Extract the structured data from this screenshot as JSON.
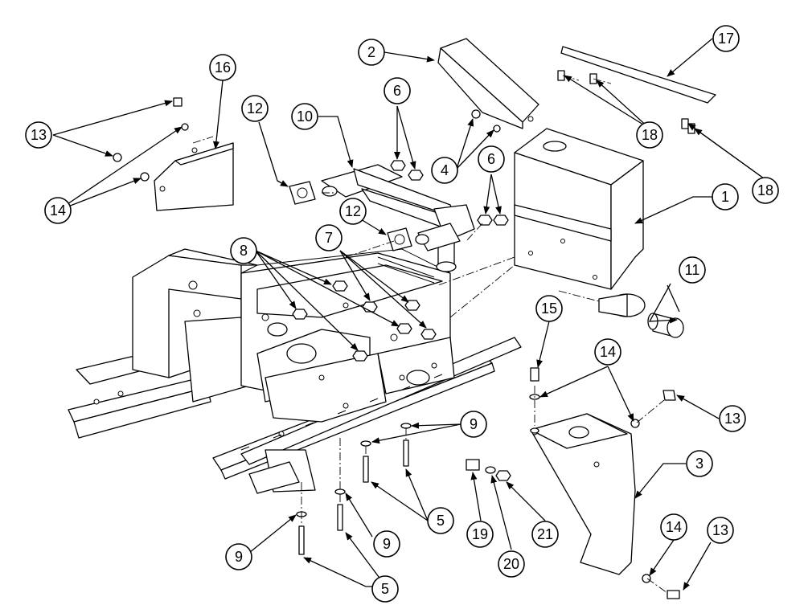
{
  "callouts": {
    "c1": "1",
    "c2": "2",
    "c3": "3",
    "c4": "4",
    "c5a": "5",
    "c5b": "5",
    "c6a": "6",
    "c6b": "6",
    "c7": "7",
    "c8": "8",
    "c9a": "9",
    "c9b": "9",
    "c9c": "9",
    "c10": "10",
    "c11": "11",
    "c12a": "12",
    "c12b": "12",
    "c13a": "13",
    "c13b": "13",
    "c13c": "13",
    "c14a": "14",
    "c14b": "14",
    "c14c": "14",
    "c15": "15",
    "c16": "16",
    "c17": "17",
    "c18a": "18",
    "c18b": "18",
    "c19": "19",
    "c20": "20",
    "c21": "21"
  }
}
